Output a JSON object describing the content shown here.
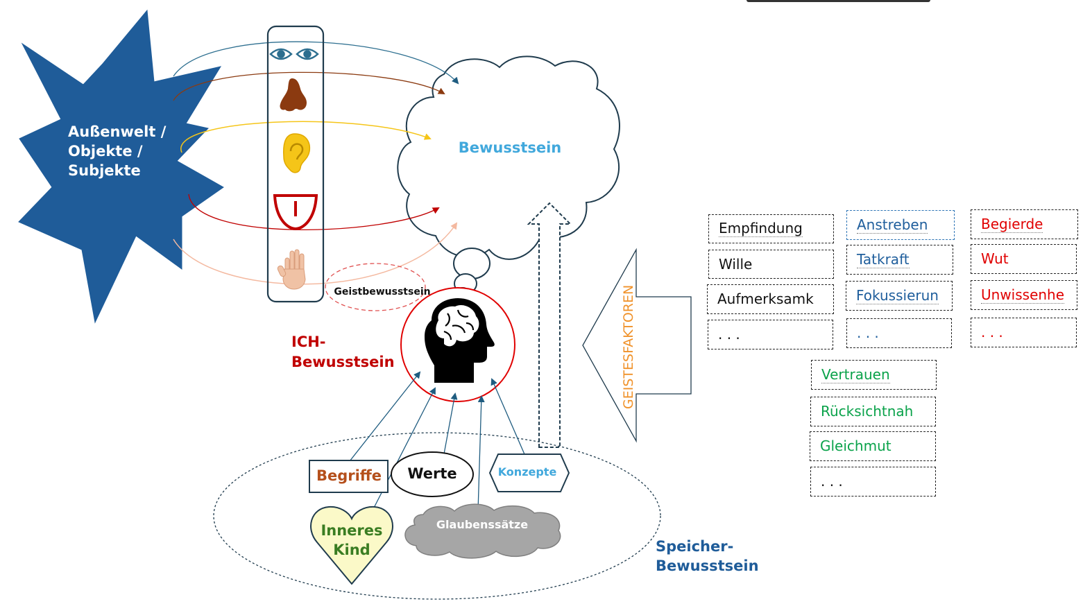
{
  "outer_world": {
    "line1": "Außenwelt  /",
    "line2": "Objekte /",
    "line3": "Subjekte"
  },
  "consciousness": "Bewusstsein",
  "mind_consciousness": "Geistbewusstsein",
  "ego_consciousness": {
    "line1": "ICH-",
    "line2": "Bewusstsein"
  },
  "mental_factors_label": "GEISTESFAKTOREN",
  "store_consciousness": {
    "line1": "Speicher-",
    "line2": "Bewusstsein"
  },
  "store_items": {
    "concepts": "Begriffe",
    "values": "Werte",
    "conceptions": "Konzepte",
    "inner_child": {
      "line1": "Inneres",
      "line2": "Kind"
    },
    "beliefs": "Glaubenssätze"
  },
  "factor_columns": [
    {
      "color": "#111111",
      "items": [
        "Empfindung",
        "Wille",
        "Aufmerksamk",
        ". . ."
      ]
    },
    {
      "color": "#1f5e9c",
      "items": [
        "Anstreben",
        "Tatkraft",
        "Fokussierun",
        ". . ."
      ]
    },
    {
      "color": "#e00000",
      "items": [
        "Begierde",
        "Wut",
        "Unwissenhe",
        ". . ."
      ]
    },
    {
      "color": "#0aa24a",
      "items": [
        "Vertrauen",
        "Rücksichtnah",
        "Gleichmut",
        ". . ."
      ]
    }
  ],
  "colors": {
    "starburst": "#1f5c99",
    "consciousness_text": "#41a8dc",
    "ego_text": "#c00000",
    "ego_ring": "#e00000",
    "store_text": "#1f5c99",
    "mental_factors_text": "#f0922a",
    "begriffe_text": "#b5501c",
    "konzepte_text": "#41a8dc",
    "inner_child_text": "#3a7d22",
    "inner_child_fill": "#fbf9c8",
    "beliefs_fill": "#a6a6a6"
  },
  "sense_icons": [
    "eyes-icon",
    "nose-icon",
    "ear-icon",
    "tongue-icon",
    "hand-icon",
    "head-brain-icon"
  ]
}
